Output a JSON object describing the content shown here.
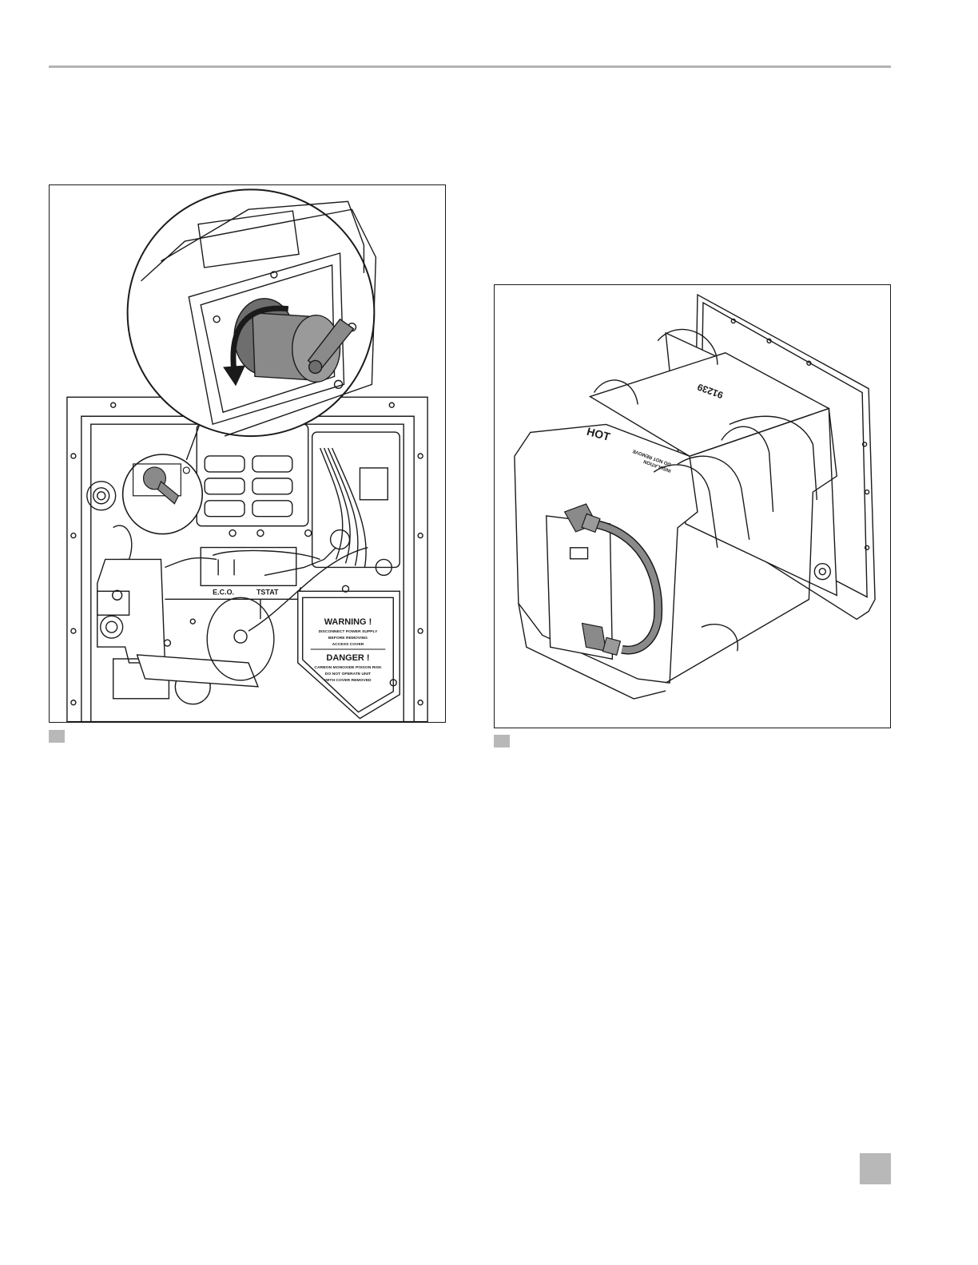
{
  "figures": {
    "left": {
      "labels": {
        "eco": "E.C.O.",
        "tstat": "TSTAT"
      },
      "warning": {
        "title": "WARNING !",
        "line1": "DISCONNECT POWER SUPPLY",
        "line2": "BEFORE REMOVING",
        "line3": "ACCESS COVER"
      },
      "danger": {
        "title": "DANGER !",
        "line1": "CARBON MONOXIDE POISON RISK",
        "line2": "DO NOT OPERATE UNIT",
        "line3": "WITH COVER REMOVED"
      }
    },
    "right": {
      "labels": {
        "hot": "HOT",
        "part_number": "91239",
        "insulation_line1": "INSULATION",
        "insulation_line2": "DO NOT REMOVE"
      }
    }
  },
  "colors": {
    "rule": "#b3b3b3",
    "caption_marker": "#b8b8b8",
    "line_art": "#1a1a1a",
    "component_fill": "#8a8a8a"
  }
}
